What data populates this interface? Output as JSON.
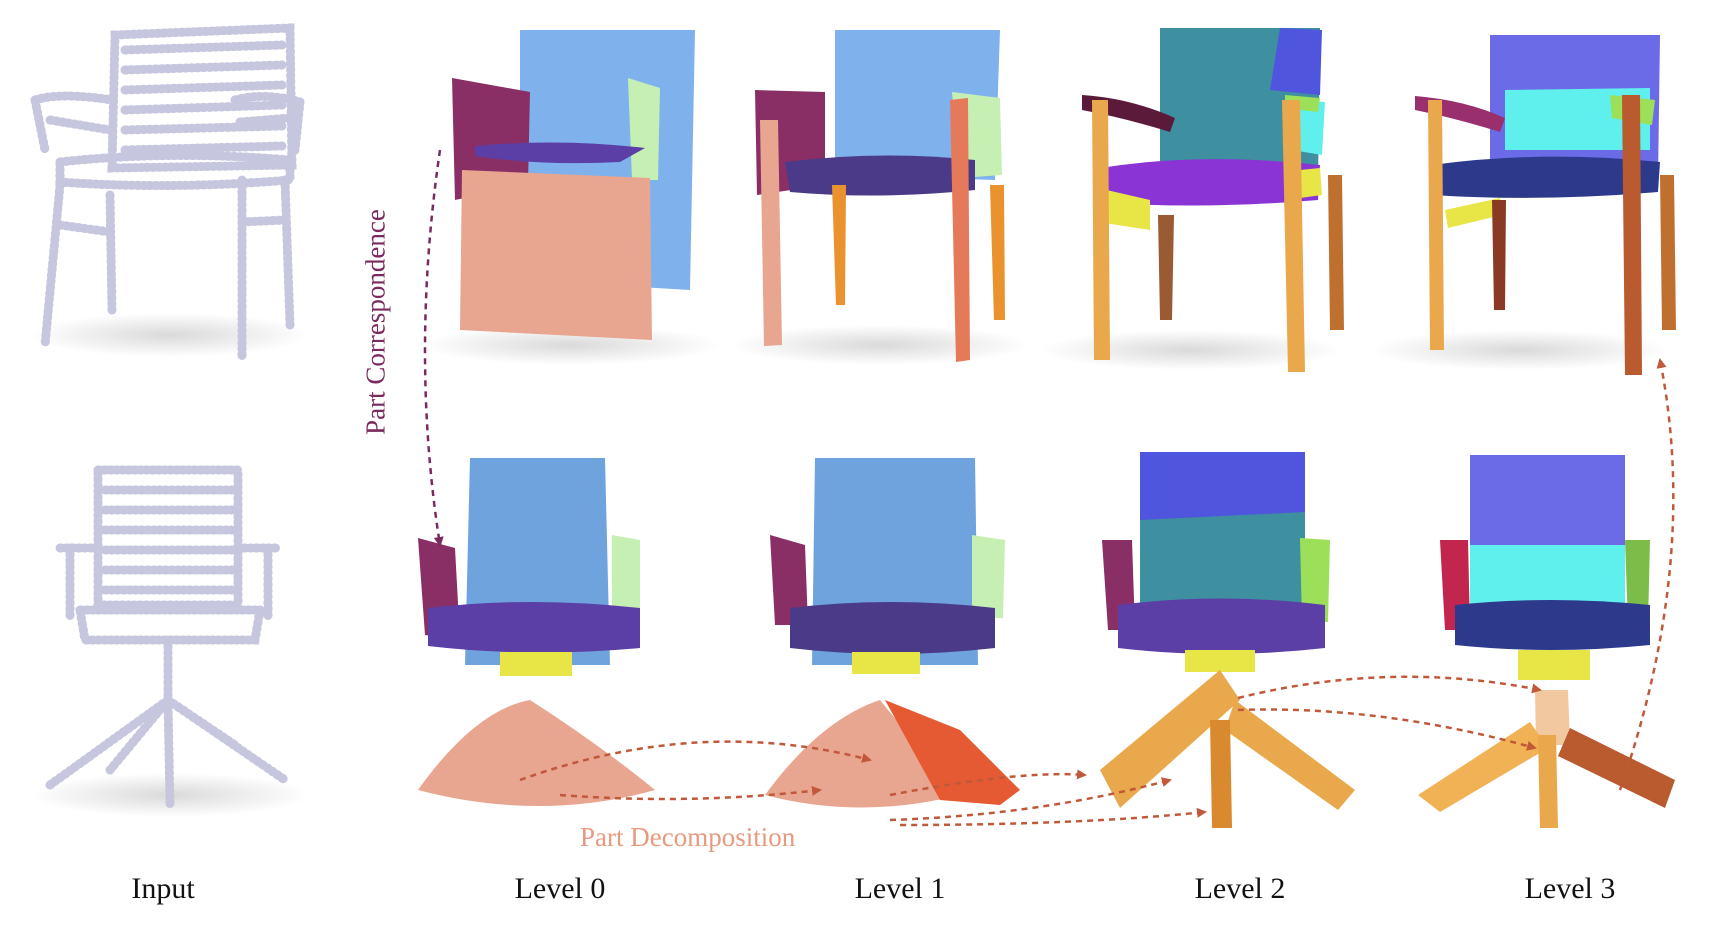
{
  "columns": {
    "input": "Input",
    "level0": "Level 0",
    "level1": "Level 1",
    "level2": "Level 2",
    "level3": "Level 3"
  },
  "annotations": {
    "part_decomposition": "Part Decomposition",
    "part_correspondence": "Part Correspondence"
  },
  "colors": {
    "decomposition_arrow": "#c0593a",
    "decomposition_text": "#e89a7f",
    "correspondence": "#7a2a5e",
    "point_cloud": "#c6c6de",
    "level0_back": "#7fb2ec",
    "level0_seat": "#e8a58f",
    "arm_purple": "#8a2f66",
    "arm_green": "#c6efb4",
    "seat_violet": "#5b3fa6",
    "teal": "#3e8fa0",
    "royal_blue": "#4f55dc",
    "cyan": "#5ff0ee",
    "wood": "#e9a84c",
    "wood_dark": "#b95a2f",
    "yellow": "#e8e646",
    "orange_red": "#e55a32"
  }
}
